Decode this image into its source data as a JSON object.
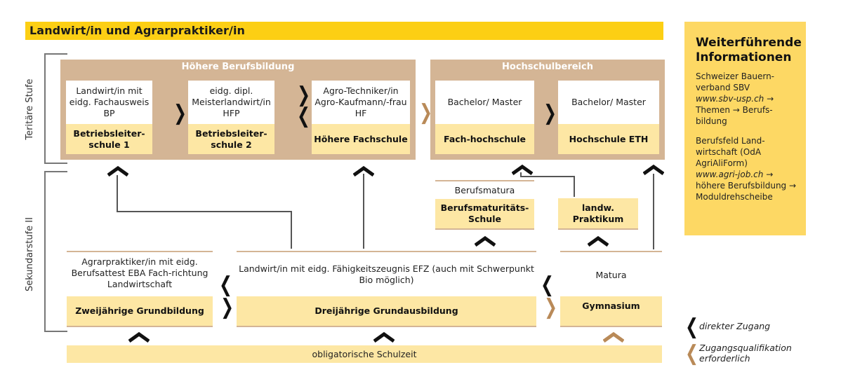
{
  "title": "Landwirt/in und Agrarpraktiker/in",
  "colors": {
    "title_bar": "#fccf14",
    "info_box": "#fdd864",
    "panel": "#d4b595",
    "box_fill": "#fde7a4",
    "chevron_direct": "#111111",
    "chevron_qualification": "#b98a58"
  },
  "levels": {
    "tertiary": "Teritäre Stufe",
    "secondary": "Sekundarstufe II"
  },
  "tertiary": {
    "higher_vocational": {
      "title": "Höhere Berufsbildung",
      "cards": [
        {
          "top": "Landwirt/in mit eidg. Fachausweis BP",
          "bottom": "Betriebsleiter-schule 1"
        },
        {
          "top": "eidg. dipl. Meisterlandwirt/in HFP",
          "bottom": "Betriebsleiter-schule 2"
        },
        {
          "top": "Agro-Techniker/in Agro-Kaufmann/-frau HF",
          "bottom": "Höhere Fachschule"
        }
      ]
    },
    "university": {
      "title": "Hochschulbereich",
      "cards": [
        {
          "top": "Bachelor/ Master",
          "bottom": "Fach-hochschule"
        },
        {
          "top": "Bachelor/ Master",
          "bottom": "Hochschule ETH"
        }
      ]
    }
  },
  "secondary": {
    "berufsmatura_label": "Berufsmatura",
    "berufsmatura_school": "Berufsmaturitäts-Schule",
    "praktikum": "landw. Praktikum",
    "two_year_desc": "Agrarpraktiker/in mit eidg. Berufsattest EBA Fach-richtung Landwirtschaft",
    "two_year_box": "Zweijährige Grundbildung",
    "three_year_desc": "Landwirt/in mit eidg. Fähigkeitszeugnis EFZ (auch mit Schwerpunkt Bio möglich)",
    "three_year_box": "Dreijährige Grundausbildung",
    "matura_label": "Matura",
    "gymnasium_box": "Gymnasium"
  },
  "compulsory": "obligatorische Schulzeit",
  "info": {
    "title": "Weiterführende Informationen",
    "block1_org": "Schweizer Bauern-verband SBV",
    "block1_url": "www.sbv-usp.ch",
    "block1_path": "→ Themen → Berufs-bildung",
    "block2_org": "Berufsfeld Land-wirtschaft (OdA AgriAliForm)",
    "block2_url": "www.agri-job.ch",
    "block2_path": "→ höhere Berufsbildung → Moduldrehscheibe"
  },
  "legend": {
    "direct": "direkter Zugang",
    "qualification": "Zugangsqualifikation erforderlich"
  }
}
